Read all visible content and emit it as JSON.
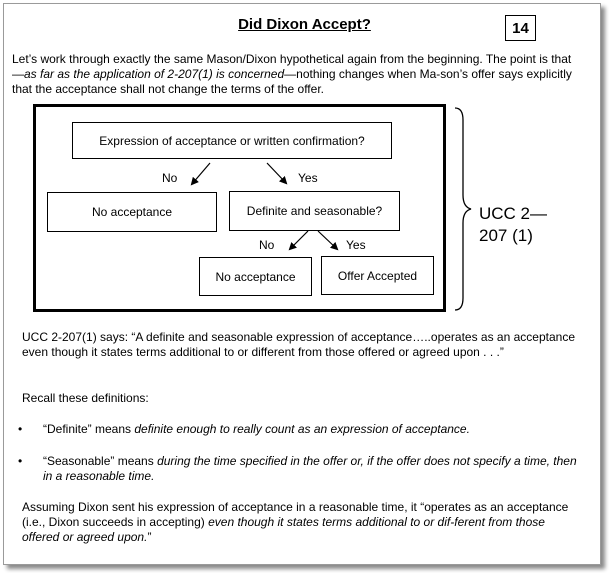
{
  "slide": {
    "title": "Did Dixon Accept?",
    "number": "14"
  },
  "intro": {
    "text_1": "Let’s work through exactly the same Mason/Dixon hypothetical again from the beginning. The point is that—",
    "italic": "as far as the application of 2-207(1) is concerned",
    "text_2": "—nothing changes when Ma-son’s offer says explicitly that the acceptance shall not change the terms of the offer."
  },
  "flowchart": {
    "question_1": "Expression of acceptance or written confirmation?",
    "no_1": "No",
    "yes_1": "Yes",
    "result_no_1": "No acceptance",
    "question_2": "Definite and seasonable?",
    "no_2": "No",
    "yes_2": "Yes",
    "result_no_2": "No acceptance",
    "result_yes": "Offer Accepted",
    "bracket_label": "UCC 2—207 (1)"
  },
  "quote": {
    "text": "UCC 2-207(1) says:  “A definite and seasonable expression of acceptance…..operates as an acceptance even though it states terms additional to or different from those offered or agreed upon . . .”"
  },
  "recall": "Recall these definitions:",
  "bullets": [
    {
      "term": "“Definite” means ",
      "definition": "definite enough to really count as an expression of acceptance."
    },
    {
      "term": "“Seasonable” means ",
      "definition": "during the time specified in the offer or, if the offer does not specify a time, then in a reasonable time."
    }
  ],
  "conclusion": {
    "text_1": "Assuming Dixon sent his expression of acceptance in a reasonable time, it “operates as an acceptance (i.e., Dixon succeeds in accepting) ",
    "italic": "even though it states terms additional to or dif-ferent from those offered or agreed upon.",
    "text_2": "”"
  }
}
